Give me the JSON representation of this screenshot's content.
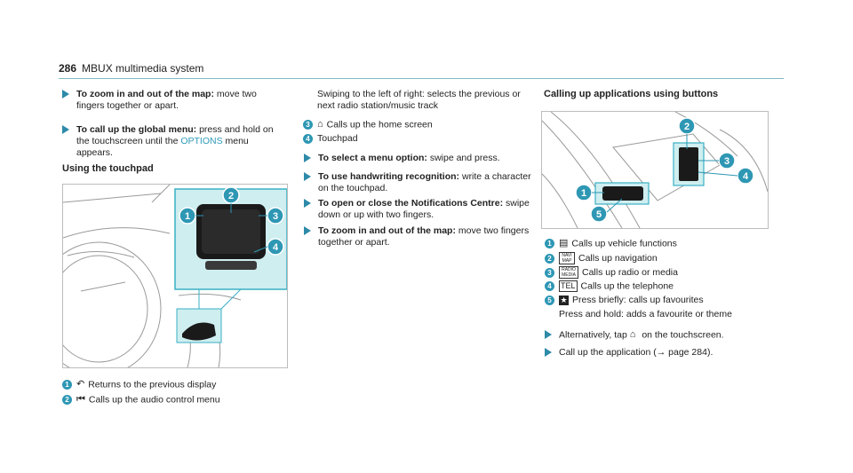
{
  "header": {
    "page_number": "286",
    "title": "MBUX multimedia system"
  },
  "col1": {
    "steps": [
      {
        "bold": "To zoom in and out of the map:",
        "text": " move two fingers together or apart."
      },
      {
        "bold": "To call up the global menu:",
        "text_before": " press and hold on the touchscreen until the ",
        "highlight": "OPTIONS",
        "text_after": " menu appears."
      }
    ],
    "section_title": "Using the touchpad",
    "figure_callouts": [
      "1",
      "2",
      "3",
      "4"
    ],
    "items": [
      {
        "num": "1",
        "icon": "back-arrow-icon",
        "text": "Returns to the previous display"
      },
      {
        "num": "2",
        "icon": "skip-track-icon",
        "text": "Calls up the audio control menu"
      }
    ]
  },
  "col2": {
    "continuation": "Swiping to the left of right: selects the previous or next radio station/music track",
    "items": [
      {
        "num": "3",
        "icon": "home-icon",
        "text": "Calls up the home screen"
      },
      {
        "num": "4",
        "text": "Touchpad"
      }
    ],
    "steps": [
      {
        "bold": "To select a menu option:",
        "text": " swipe and press."
      },
      {
        "bold": "To use handwriting recognition:",
        "text": " write a character on the touchpad."
      },
      {
        "bold": "To open or close the Notifications Centre:",
        "text": " swipe down or up with two fingers."
      },
      {
        "bold": "To zoom in and out of the map:",
        "text": " move two fingers together or apart."
      }
    ]
  },
  "col3": {
    "section_title": "Calling up applications using buttons",
    "figure_callouts": [
      "1",
      "2",
      "3",
      "4",
      "5"
    ],
    "items": [
      {
        "num": "1",
        "icon": "car-icon",
        "text": "Calls up vehicle functions"
      },
      {
        "num": "2",
        "key": "NAVI MAP",
        "text": "Calls up navigation"
      },
      {
        "num": "3",
        "key": "RADIO MEDIA",
        "text": "Calls up radio or media"
      },
      {
        "num": "4",
        "key": "TEL",
        "text": "Calls up the telephone"
      },
      {
        "num": "5",
        "icon": "star-icon",
        "text": "Press briefly: calls up favourites"
      }
    ],
    "item5_cont": "Press and hold: adds a favourite or theme",
    "steps": [
      {
        "text_before": "Alternatively, tap ",
        "icon": "home-icon",
        "text_after": " on the touchscreen."
      },
      {
        "text": "Call up the application (→ page 284)."
      }
    ]
  },
  "colors": {
    "accent": "#2e97b4",
    "highlight_panel": "#cfeef0",
    "rule": "#7fb9c6"
  }
}
